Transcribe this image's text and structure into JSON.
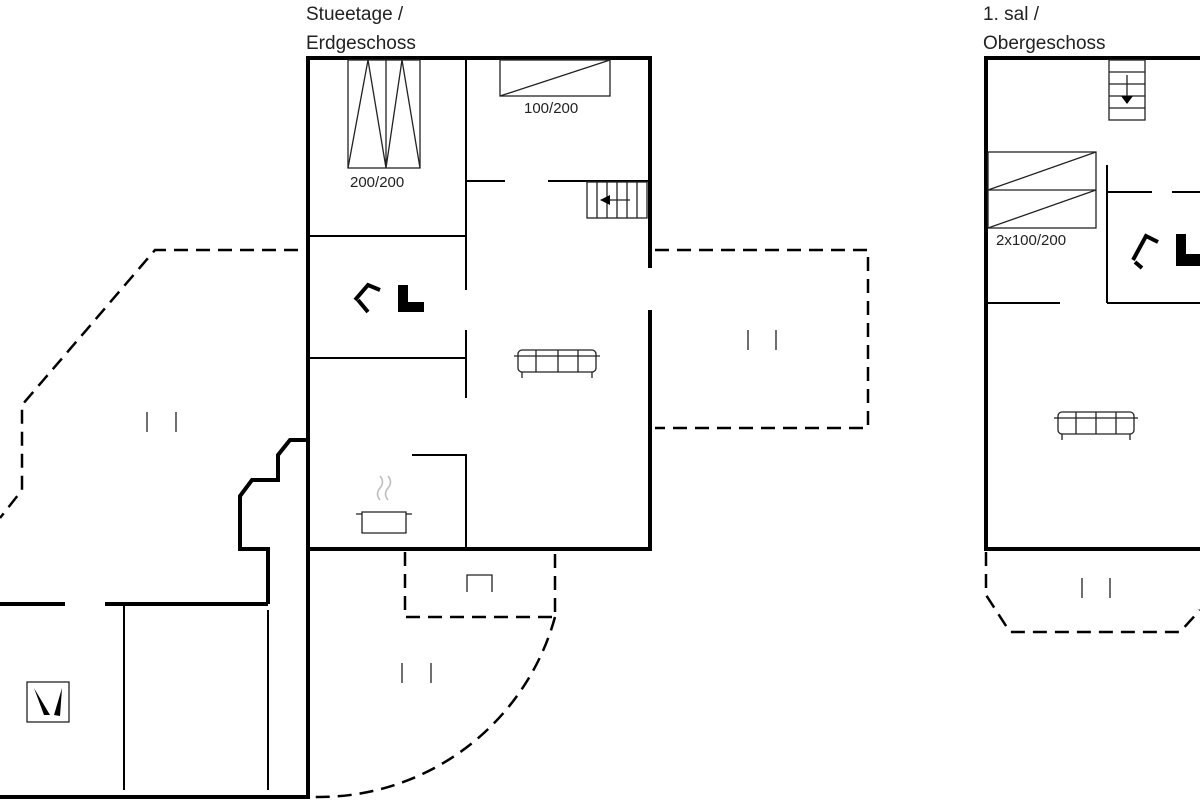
{
  "ground_floor": {
    "title_line1": "Stueetage /",
    "title_line2": "Erdgeschoss",
    "bed_large": "200/200",
    "bed_small": "100/200"
  },
  "upper_floor": {
    "title_line1": "1. sal /",
    "title_line2": "Obergeschoss",
    "beds": "2x100/200"
  }
}
